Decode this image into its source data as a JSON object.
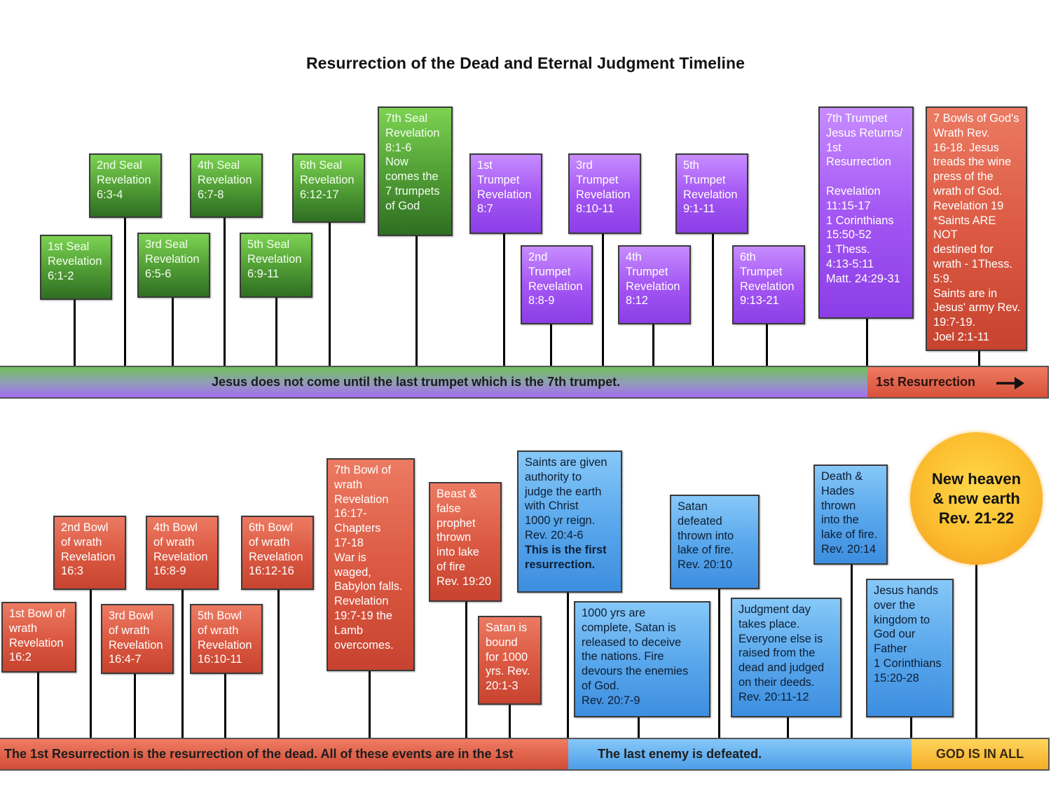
{
  "title": "Resurrection of the Dead and Eternal Judgment Timeline",
  "top_bar": {
    "left_text": "Jesus does not come until the last trumpet which is the 7th trumpet.",
    "right_text": "1st Resurrection",
    "arrow_icon": "arrow-right-icon"
  },
  "bottom_bar": {
    "left_text": "The 1st Resurrection is the resurrection of the dead. All of these events are in the 1st",
    "mid_text": "The last enemy is defeated.",
    "right_text": "GOD IS IN ALL"
  },
  "seals": {
    "s1": "1st Seal\nRevelation\n6:1-2",
    "s2": "2nd Seal\nRevelation\n6:3-4",
    "s3": "3rd Seal\nRevelation\n6:5-6",
    "s4": "4th Seal\nRevelation\n6:7-8",
    "s5": "5th Seal\nRevelation\n6:9-11",
    "s6": "6th Seal\nRevelation\n6:12-17",
    "s7": "7th Seal\nRevelation\n8:1-6\nNow\ncomes the\n7 trumpets\nof God"
  },
  "trumpets": {
    "t1": "1st\nTrumpet\nRevelation\n8:7",
    "t2": "2nd\nTrumpet\nRevelation\n8:8-9",
    "t3": "3rd\nTrumpet\nRevelation\n8:10-11",
    "t4": "4th\nTrumpet\nRevelation\n8:12",
    "t5": "5th\nTrumpet\nRevelation\n9:1-11",
    "t6": "6th\nTrumpet\nRevelation\n9:13-21",
    "t7": "7th Trumpet\nJesus Returns/\n1st\nResurrection\n\nRevelation\n11:15-17\n1 Corinthians\n15:50-52\n1 Thess.\n4:13-5:11\nMatt. 24:29-31"
  },
  "bowls_of_wrath": "7 Bowls of God's\nWrath Rev.\n16-18. Jesus\ntreads the wine\npress of the\nwrath of God.\nRevelation 19\n*Saints ARE NOT\ndestined for\nwrath - 1Thess.\n5:9.\nSaints are in\nJesus' army Rev.\n19:7-19.\nJoel 2:1-11",
  "bowls": {
    "b1": "1st Bowl of\nwrath\nRevelation\n16:2",
    "b2": "2nd Bowl\nof wrath\nRevelation\n16:3",
    "b3": "3rd Bowl\nof wrath\nRevelation\n16:4-7",
    "b4": "4th Bowl\nof wrath\nRevelation\n16:8-9",
    "b5": "5th Bowl\nof wrath\nRevelation\n16:10-11",
    "b6": "6th Bowl\nof wrath\nRevelation\n16:12-16",
    "b7": "7th Bowl of\nwrath\nRevelation\n16:17-\nChapters\n17-18\nWar is\nwaged,\nBabylon falls.\nRevelation\n19:7-19 the\nLamb\novercomes."
  },
  "events": {
    "beast": "Beast &\nfalse\nprophet\nthrown\ninto lake\nof fire\nRev. 19:20",
    "satan_bound": "Satan is\nbound\nfor 1000\nyrs. Rev.\n20:1-3",
    "saints_judge": "Saints are given\nauthority to\njudge the earth\nwith Christ\n1000 yr reign.\nRev. 20:4-6",
    "saints_judge_bold": "This is the first\nresurrection.",
    "thousand_years": "1000 yrs are\ncomplete, Satan is\nreleased to deceive\nthe nations. Fire\ndevours the enemies\nof God.\nRev. 20:7-9",
    "satan_defeated": "Satan\ndefeated\nthrown into\nlake of fire.\nRev. 20:10",
    "judgment_day": "Judgment day\ntakes place.\nEveryone else is\nraised from the\ndead and judged\non their deeds.\nRev. 20:11-12",
    "death_hades": "Death &\nHades\nthrown\ninto the\nlake of fire.\nRev. 20:14",
    "jesus_hands": "Jesus hands\nover the\nkingdom to\nGod our\nFather\n1 Corinthians\n15:20-28",
    "new_heaven": "New heaven\n& new earth\nRev. 21-22"
  }
}
